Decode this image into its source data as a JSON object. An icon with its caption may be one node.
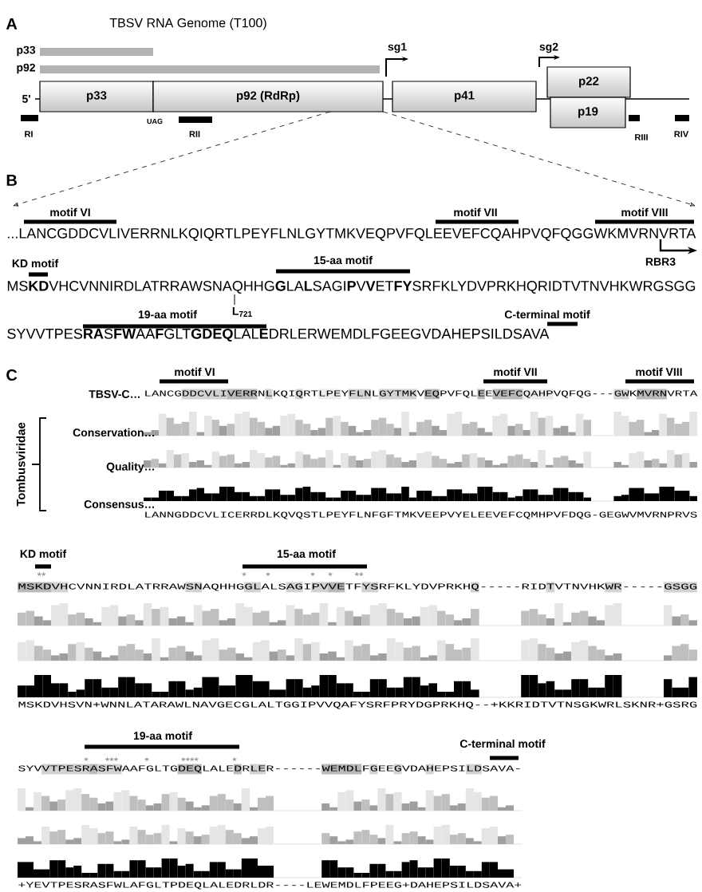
{
  "diagram": {
    "nodes": [
      {
        "text": [],
        "shape": "bar",
        "beside": [
          "p33"
        ]
      },
      {
        "text": [],
        "shape": "bar",
        "beside": [
          "p92"
        ]
      },
      {
        "text": [
          "p33"
        ]
      },
      {
        "text": [
          "p92 (RdRp)"
        ]
      },
      {
        "text": [
          "p41"
        ]
      },
      {
        "text": [
          "p22"
        ]
      },
      {
        "text": [
          "p19"
        ]
      },
      {
        "text": [],
        "shape": "bar",
        "beside": [
          "RI"
        ]
      },
      {
        "text": [],
        "shape": "bar",
        "beside": [
          "RII"
        ]
      },
      {
        "text": [],
        "shape": "bar",
        "beside": [
          "RIII"
        ]
      },
      {
        "text": [],
        "shape": "bar",
        "beside": [
          "RIV"
        ]
      }
    ],
    "labels": [
      "A",
      "TBSV RNA Genome (T100)",
      "sg1",
      "sg2",
      "5'",
      "UAG",
      "B",
      "motif VI",
      "motif VII",
      "motif VIII",
      "...LANCGDDCVLIVERRNLKQIQRTLPEYFLNLGYTMKVEQPVFQLEEVEFCQAHPVQFQGGWKMVRNVRTA",
      "KD motif",
      "15-aa motif",
      "RBR3",
      "MS**KD**VHCVNNIRDLATRRAWSNAQHHG**G**LA**L**SAGI**P**V**V**ET**FY**SRFKLYDVPRKHQRIDTVTNVHKWRGSGG",
      "19-aa motif",
      "L$_{721}$",
      "C-terminal motif",
      "SYVVTPES**RA**S**FW**AA**F**GLT**GDEQ**LAL**E**DRLERWEMDLFGEEGVDAHEPSILDSAVA",
      "C",
      "motif VI",
      "motif VII",
      "motif VIII",
      "TBSV-C…",
      "LANCGDDCVLIVERRNLKQIQRTLPEYFLNLGYTMKVEQPVFQLEEVEFCQAHPVQFQG---GWKMVRNVRTA",
      "Tombusviridae",
      "Conservation…",
      "Quality…",
      "Consensus…",
      "LANNGDDCVLICERRDLKQVQSTLPEYFLNFGFTMKVEEPVYELEEVEFCQMHPVFDQG-GEGWVMVRNPRVS",
      "KD motif",
      "15-aa motif",
      "**",
      "*",
      "*",
      "*",
      "*",
      "**",
      "MSKDVHCVNNIRDLATRRAWSNAQHHGGLALSAGIPVVETFYSRFKLYDVPRKHQ-----RIDTVTNVHKWR-----GSGG",
      "MSKDVHSVN+WNNLATARAWLNAVGECGLALTGGIPVVQAFYSRFPRYDGPRKHQ--+KKRIDTVTNSGKWRLSKNR+GSRG",
      "19-aa motif",
      "C-terminal motif",
      "*",
      "***",
      "*",
      "****",
      "*",
      "SYVVTPESRASFWAAFGLTGDEQLALEDRLER------WEMDLFGEEGVDAHEPSILDSAVA-",
      "+YEVTPESRASFWLAFGLTPDEQLALEDRLDR----LEWEMDLFPEEG+DAHEPSILDSAVA+"
    ]
  }
}
